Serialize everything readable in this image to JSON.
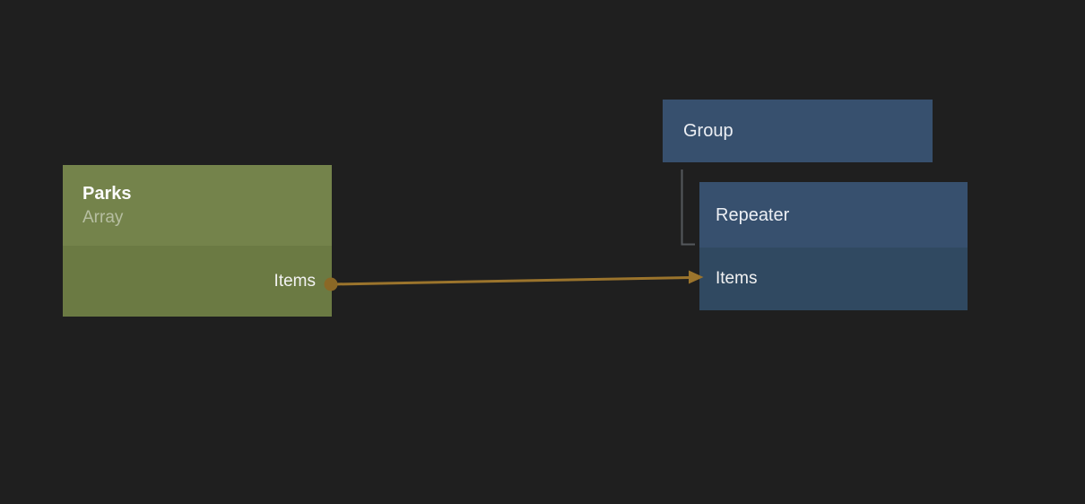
{
  "canvas": {
    "background": "#1F1F1F"
  },
  "colors": {
    "source_header": "#74834B",
    "source_row": "#6B7A43",
    "target_node": "#37506E",
    "target_row": "#304961",
    "connector": "#9B742C",
    "port_dot": "#8B6826",
    "tree_line": "#55585C"
  },
  "nodes": {
    "source": {
      "title": "Parks",
      "subtitle": "Array",
      "ports": [
        {
          "label": "Items",
          "side": "output"
        }
      ]
    },
    "group": {
      "title": "Group"
    },
    "repeater": {
      "title": "Repeater",
      "ports": [
        {
          "label": "Items",
          "side": "input"
        }
      ]
    }
  },
  "edges": {
    "binding": {
      "from_node": "Parks",
      "from_port": "Items",
      "to_node": "Repeater",
      "to_port": "Items"
    },
    "hierarchy": {
      "parent": "Group",
      "child": "Repeater"
    }
  }
}
